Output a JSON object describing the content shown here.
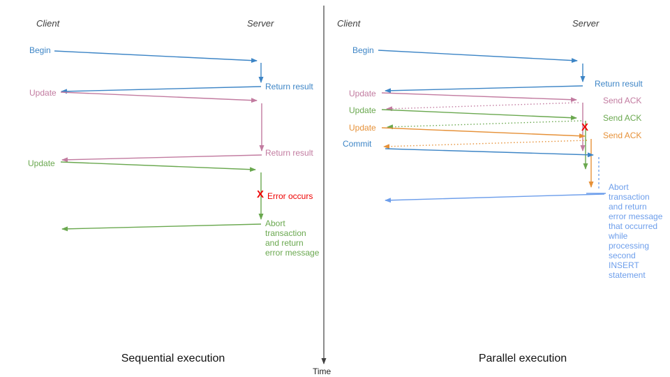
{
  "colors": {
    "blue": "#3d85c6",
    "light_blue": "#6d9eeb",
    "pink": "#c27ba0",
    "green": "#6aa84f",
    "orange": "#e69138",
    "red": "#ee0000",
    "axis": "#404040"
  },
  "time_axis": {
    "label": "Time"
  },
  "left": {
    "title": "Sequential execution",
    "client": "Client",
    "server": "Server",
    "messages": {
      "begin": "Begin",
      "return1": "Return result",
      "update1": "Update",
      "return2": "Return result",
      "update2": "Update"
    },
    "error_mark": "X",
    "error_text": "Error occurs",
    "abort_text": "Abort\ntransaction\nand return\nerror message"
  },
  "right": {
    "title": "Parallel execution",
    "client": "Client",
    "server": "Server",
    "messages": {
      "begin": "Begin",
      "return_result": "Return result",
      "update1": "Update",
      "ack1": "Send ACK",
      "update2": "Update",
      "ack2": "Send ACK",
      "update3": "Update",
      "ack3": "Send ACK",
      "commit": "Commit"
    },
    "error_mark": "X",
    "abort_text": "Abort\ntransaction\nand return\nerror message\nthat occurred\nwhile\nprocessing\nsecond\nINSERT\nstatement"
  }
}
